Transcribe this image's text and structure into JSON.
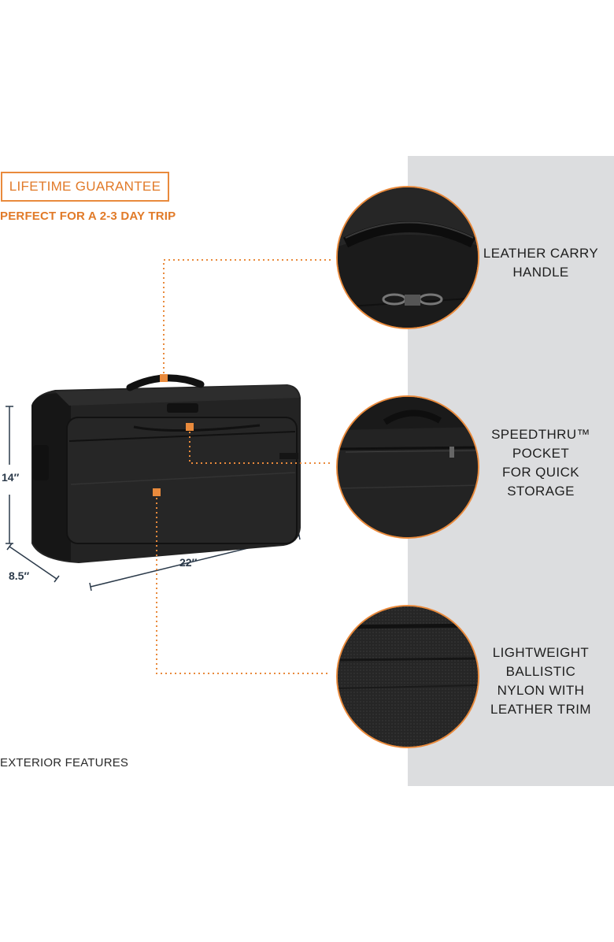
{
  "header": {
    "badge": "LIFETIME GUARANTEE",
    "subtitle": "PERFECT FOR A 2-3 DAY TRIP"
  },
  "dimensions": {
    "height": "14″",
    "depth": "8.5″",
    "width": "22″"
  },
  "features": [
    {
      "label_lines": [
        "LEATHER CARRY",
        "HANDLE"
      ],
      "icon": "handle-closeup"
    },
    {
      "label_lines": [
        "SPEEDTHRU™",
        "POCKET",
        "FOR QUICK",
        "STORAGE"
      ],
      "icon": "pocket-closeup"
    },
    {
      "label_lines": [
        "LIGHTWEIGHT",
        "BALLISTIC",
        "NYLON WITH",
        "LEATHER TRIM"
      ],
      "icon": "fabric-closeup"
    }
  ],
  "footer": {
    "label": "EXTERIOR FEATURES"
  },
  "colors": {
    "accent": "#e98a3c",
    "panel": "#dcdddf",
    "bag": "#1f1f1f"
  }
}
